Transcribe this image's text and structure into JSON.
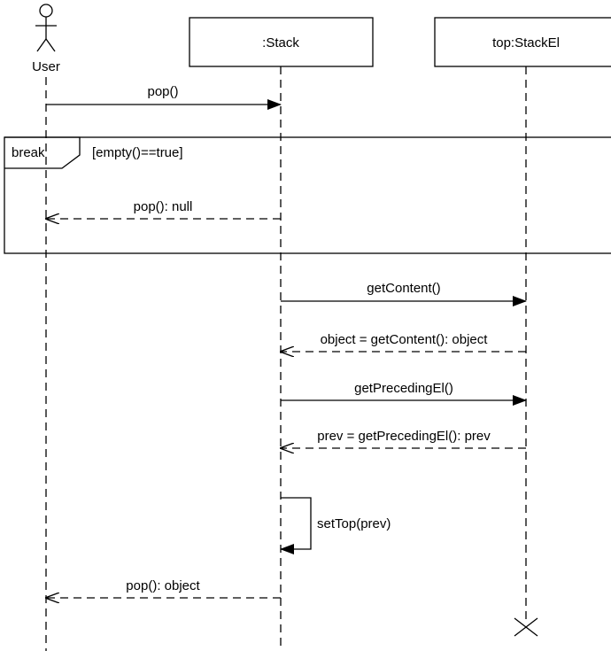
{
  "participants": {
    "user": {
      "label": "User",
      "icon": "actor-stick-figure-icon"
    },
    "stack": {
      "label": ":Stack"
    },
    "top": {
      "label": "top:StackEl"
    }
  },
  "fragment": {
    "operator": "break",
    "guard": "[empty()==true]"
  },
  "messages": {
    "m1": "pop()",
    "m2": "pop(): null",
    "m3": "getContent()",
    "m4": "object = getContent(): object",
    "m5": "getPrecedingEl()",
    "m6": "prev = getPrecedingEl(): prev",
    "m7": "setTop(prev)",
    "m8": "pop(): object"
  },
  "colors": {
    "stroke": "#000000",
    "background": "#ffffff"
  }
}
